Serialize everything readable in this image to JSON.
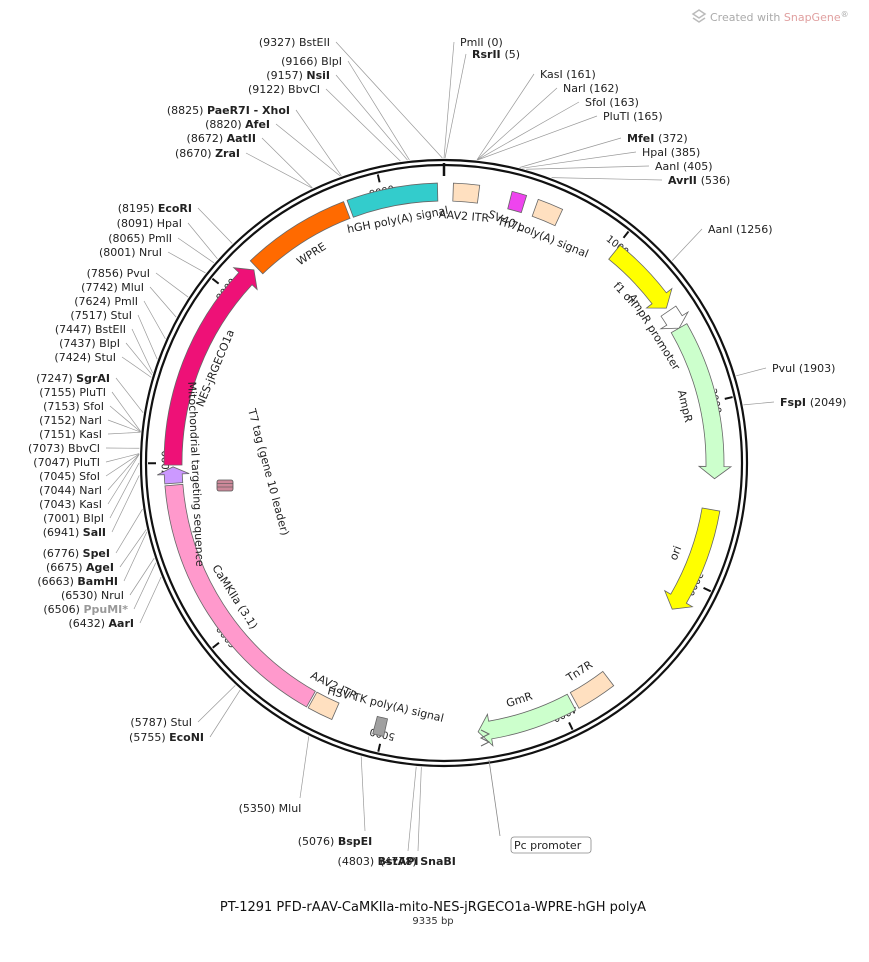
{
  "watermark": {
    "prefix": "Created with ",
    "brand": "SnapGene",
    "reg": "®"
  },
  "plasmid": {
    "title": "PT-1291   PFD-rAAV-CaMKIIa-mito-NES-jRGECO1a-WPRE-hGH polyA",
    "length_label": "9335 bp",
    "total_bp": 9335
  },
  "ticks": [
    {
      "bp": 1000,
      "label": "1000"
    },
    {
      "bp": 2000,
      "label": "2000"
    },
    {
      "bp": 3000,
      "label": "3000"
    },
    {
      "bp": 4000,
      "label": "4000"
    },
    {
      "bp": 5000,
      "label": "5000"
    },
    {
      "bp": 6000,
      "label": "6000"
    },
    {
      "bp": 7000,
      "label": "7000"
    },
    {
      "bp": 8000,
      "label": "8000"
    },
    {
      "bp": 9000,
      "label": "9000"
    }
  ],
  "features": [
    {
      "name": "WPRE",
      "start": 8200,
      "end": 8790,
      "color": "#ff6a00",
      "shape": "box",
      "label": "WPRE"
    },
    {
      "name": "hGH poly(A) signal",
      "start": 8810,
      "end": 9300,
      "color": "#33cccc",
      "shape": "box",
      "label": "hGH poly(A) signal"
    },
    {
      "name": "AAV2 ITR",
      "start": 50,
      "end": 190,
      "color": "#ffe0c0",
      "shape": "box",
      "label": "AAV2 ITR"
    },
    {
      "name": "Tn7L",
      "start": 365,
      "end": 445,
      "color": "#ee44ee",
      "shape": "box",
      "label": "Tn7L"
    },
    {
      "name": "SV40 poly(A) signal",
      "start": 510,
      "end": 650,
      "color": "#ffe0c0",
      "shape": "box",
      "label": "SV40 poly(A) signal"
    },
    {
      "name": "f1 ori",
      "start": 1010,
      "end": 1430,
      "color": "#ffff00",
      "shape": "arrow",
      "label": "f1 ori"
    },
    {
      "name": "AmpR promoter",
      "start": 1450,
      "end": 1560,
      "color": "#ffffff",
      "shape": "arrow",
      "label": "AmpR promoter"
    },
    {
      "name": "AmpR",
      "start": 1560,
      "end": 2420,
      "color": "#ccffcc",
      "shape": "arrow",
      "label": "AmpR"
    },
    {
      "name": "ori",
      "start": 2590,
      "end": 3180,
      "color": "#ffff00",
      "shape": "arrow",
      "label": "ori"
    },
    {
      "name": "Tn7R",
      "start": 3700,
      "end": 3920,
      "color": "#ffe0c0",
      "shape": "box",
      "label": "Tn7R"
    },
    {
      "name": "GmR",
      "start": 3940,
      "end": 4480,
      "color": "#ccffcc",
      "shape": "arrow",
      "label": "GmR"
    },
    {
      "name": "HSV TK poly(A) signal",
      "start": 4990,
      "end": 5050,
      "color": "#a0a0a0",
      "shape": "box",
      "label": "HSV TK poly(A) signal"
    },
    {
      "name": "AAV2 ITR 2",
      "start": 5280,
      "end": 5420,
      "color": "#ffe0c0",
      "shape": "box",
      "label": "AAV2 ITR"
    },
    {
      "name": "CaMKIIa (3.1)",
      "start": 5430,
      "end": 6880,
      "color": "#ff99cc",
      "shape": "box",
      "label": "CaMKIIa (3.1)"
    },
    {
      "name": "Mitochondrial targeting sequence",
      "start": 6890,
      "end": 6980,
      "color": "#cc99ff",
      "shape": "arrow",
      "label": "Mitochondrial targeting sequence"
    },
    {
      "name": "NES-jRGECO1a",
      "start": 6990,
      "end": 8180,
      "color": "#ee1177",
      "shape": "arrow",
      "label": "NES-jRGECO1a"
    }
  ],
  "feature_extra_labels": {
    "t7_tag": "T7 tag (gene 10 leader)",
    "pc_promoter": "Pc promoter"
  },
  "sites": [
    {
      "name": "BstEII",
      "pos": "(9327)",
      "bold": false
    },
    {
      "name": "PmlI",
      "pos": "(0)",
      "bold": false
    },
    {
      "name": "RsrII",
      "pos": "(5)",
      "bold": true
    },
    {
      "name": "BlpI",
      "pos": "(9166)",
      "bold": false
    },
    {
      "name": "NsiI",
      "pos": "(9157)",
      "bold": true
    },
    {
      "name": "BbvCI",
      "pos": "(9122)",
      "bold": false
    },
    {
      "name": "KasI",
      "pos": "(161)",
      "bold": false
    },
    {
      "name": "NarI",
      "pos": "(162)",
      "bold": false
    },
    {
      "name": "SfoI",
      "pos": "(163)",
      "bold": false
    },
    {
      "name": "PluTI",
      "pos": "(165)",
      "bold": false
    },
    {
      "name": "PaeR7I - XhoI",
      "pos": "(8825)",
      "bold": true
    },
    {
      "name": "AfeI",
      "pos": "(8820)",
      "bold": true
    },
    {
      "name": "AatII",
      "pos": "(8672)",
      "bold": true
    },
    {
      "name": "ZraI",
      "pos": "(8670)",
      "bold": true
    },
    {
      "name": "MfeI",
      "pos": "(372)",
      "bold": true
    },
    {
      "name": "HpaI",
      "pos": "(385)",
      "bold": false
    },
    {
      "name": "AanI",
      "pos": "(405)",
      "bold": false
    },
    {
      "name": "AvrII",
      "pos": "(536)",
      "bold": true
    },
    {
      "name": "EcoRI",
      "pos": "(8195)",
      "bold": true
    },
    {
      "name": "HpaI",
      "pos": "(8091)",
      "bold": false
    },
    {
      "name": "PmlI",
      "pos": "(8065)",
      "bold": false
    },
    {
      "name": "NruI",
      "pos": "(8001)",
      "bold": false
    },
    {
      "name": "AanI",
      "pos": "(1256)",
      "bold": false
    },
    {
      "name": "PvuI",
      "pos": "(7856)",
      "bold": false
    },
    {
      "name": "MluI",
      "pos": "(7742)",
      "bold": false
    },
    {
      "name": "PmlI",
      "pos": "(7624)",
      "bold": false
    },
    {
      "name": "StuI",
      "pos": "(7517)",
      "bold": false
    },
    {
      "name": "BstEII",
      "pos": "(7447)",
      "bold": false
    },
    {
      "name": "BlpI",
      "pos": "(7437)",
      "bold": false
    },
    {
      "name": "StuI",
      "pos": "(7424)",
      "bold": false
    },
    {
      "name": "PvuI",
      "pos": "(1903)",
      "bold": false
    },
    {
      "name": "FspI",
      "pos": "(2049)",
      "bold": true
    },
    {
      "name": "SgrAI",
      "pos": "(7247)",
      "bold": true
    },
    {
      "name": "PluTI",
      "pos": "(7155)",
      "bold": false
    },
    {
      "name": "SfoI",
      "pos": "(7153)",
      "bold": false
    },
    {
      "name": "NarI",
      "pos": "(7152)",
      "bold": false
    },
    {
      "name": "KasI",
      "pos": "(7151)",
      "bold": false
    },
    {
      "name": "BbvCI",
      "pos": "(7073)",
      "bold": false
    },
    {
      "name": "PluTI",
      "pos": "(7047)",
      "bold": false
    },
    {
      "name": "SfoI",
      "pos": "(7045)",
      "bold": false
    },
    {
      "name": "NarI",
      "pos": "(7044)",
      "bold": false
    },
    {
      "name": "KasI",
      "pos": "(7043)",
      "bold": false
    },
    {
      "name": "BlpI",
      "pos": "(7001)",
      "bold": false
    },
    {
      "name": "SalI",
      "pos": "(6941)",
      "bold": true
    },
    {
      "name": "SpeI",
      "pos": "(6776)",
      "bold": true
    },
    {
      "name": "AgeI",
      "pos": "(6675)",
      "bold": true
    },
    {
      "name": "BamHI",
      "pos": "(6663)",
      "bold": true
    },
    {
      "name": "NruI",
      "pos": "(6530)",
      "bold": false
    },
    {
      "name": "PpuMI*",
      "pos": "(6506)",
      "bold": true,
      "gray": true
    },
    {
      "name": "AarI",
      "pos": "(6432)",
      "bold": true
    },
    {
      "name": "StuI",
      "pos": "(5787)",
      "bold": false
    },
    {
      "name": "EcoNI",
      "pos": "(5755)",
      "bold": true
    },
    {
      "name": "MluI",
      "pos": "(5350)",
      "bold": false
    },
    {
      "name": "BspEI",
      "pos": "(5076)",
      "bold": true
    },
    {
      "name": "BstAPI",
      "pos": "(4803)",
      "bold": true
    },
    {
      "name": "SnaBI",
      "pos": "(4778)",
      "bold": true
    }
  ]
}
